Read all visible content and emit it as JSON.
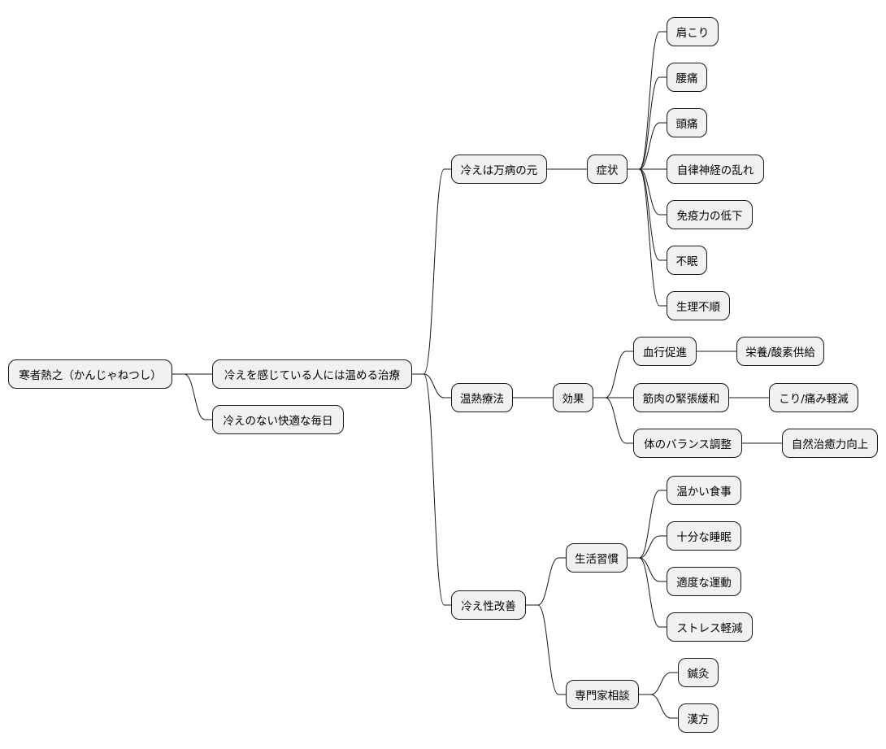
{
  "colors": {
    "node_fill": "#f1f1f1",
    "node_border": "#181818",
    "edge": "#181818",
    "background": "#ffffff"
  },
  "nodes": {
    "root": "寒者熱之（かんじゃねつし）",
    "treatment": "冷えを感じている人には温める治療",
    "goal": "冷えのない快適な毎日",
    "cause": "冷えは万病の元",
    "symptoms": "症状",
    "s1": "肩こり",
    "s2": "腰痛",
    "s3": "頭痛",
    "s4": "自律神経の乱れ",
    "s5": "免疫力の低下",
    "s6": "不眠",
    "s7": "生理不順",
    "thermo": "温熱療法",
    "effect": "効果",
    "e1": "血行促進",
    "e1a": "栄養/酸素供給",
    "e2": "筋肉の緊張緩和",
    "e2a": "こり/痛み軽減",
    "e3": "体のバランス調整",
    "e3a": "自然治癒力向上",
    "improve": "冷え性改善",
    "habit": "生活習慣",
    "h1": "温かい食事",
    "h2": "十分な睡眠",
    "h3": "適度な運動",
    "h4": "ストレス軽減",
    "consult": "専門家相談",
    "c1": "鍼灸",
    "c2": "漢方"
  },
  "edges": [
    [
      "root",
      "treatment"
    ],
    [
      "root",
      "goal"
    ],
    [
      "treatment",
      "cause"
    ],
    [
      "treatment",
      "thermo"
    ],
    [
      "treatment",
      "improve"
    ],
    [
      "cause",
      "symptoms"
    ],
    [
      "symptoms",
      "s1"
    ],
    [
      "symptoms",
      "s2"
    ],
    [
      "symptoms",
      "s3"
    ],
    [
      "symptoms",
      "s4"
    ],
    [
      "symptoms",
      "s5"
    ],
    [
      "symptoms",
      "s6"
    ],
    [
      "symptoms",
      "s7"
    ],
    [
      "thermo",
      "effect"
    ],
    [
      "effect",
      "e1"
    ],
    [
      "effect",
      "e2"
    ],
    [
      "effect",
      "e3"
    ],
    [
      "e1",
      "e1a"
    ],
    [
      "e2",
      "e2a"
    ],
    [
      "e3",
      "e3a"
    ],
    [
      "improve",
      "habit"
    ],
    [
      "improve",
      "consult"
    ],
    [
      "habit",
      "h1"
    ],
    [
      "habit",
      "h2"
    ],
    [
      "habit",
      "h3"
    ],
    [
      "habit",
      "h4"
    ],
    [
      "consult",
      "c1"
    ],
    [
      "consult",
      "c2"
    ]
  ]
}
